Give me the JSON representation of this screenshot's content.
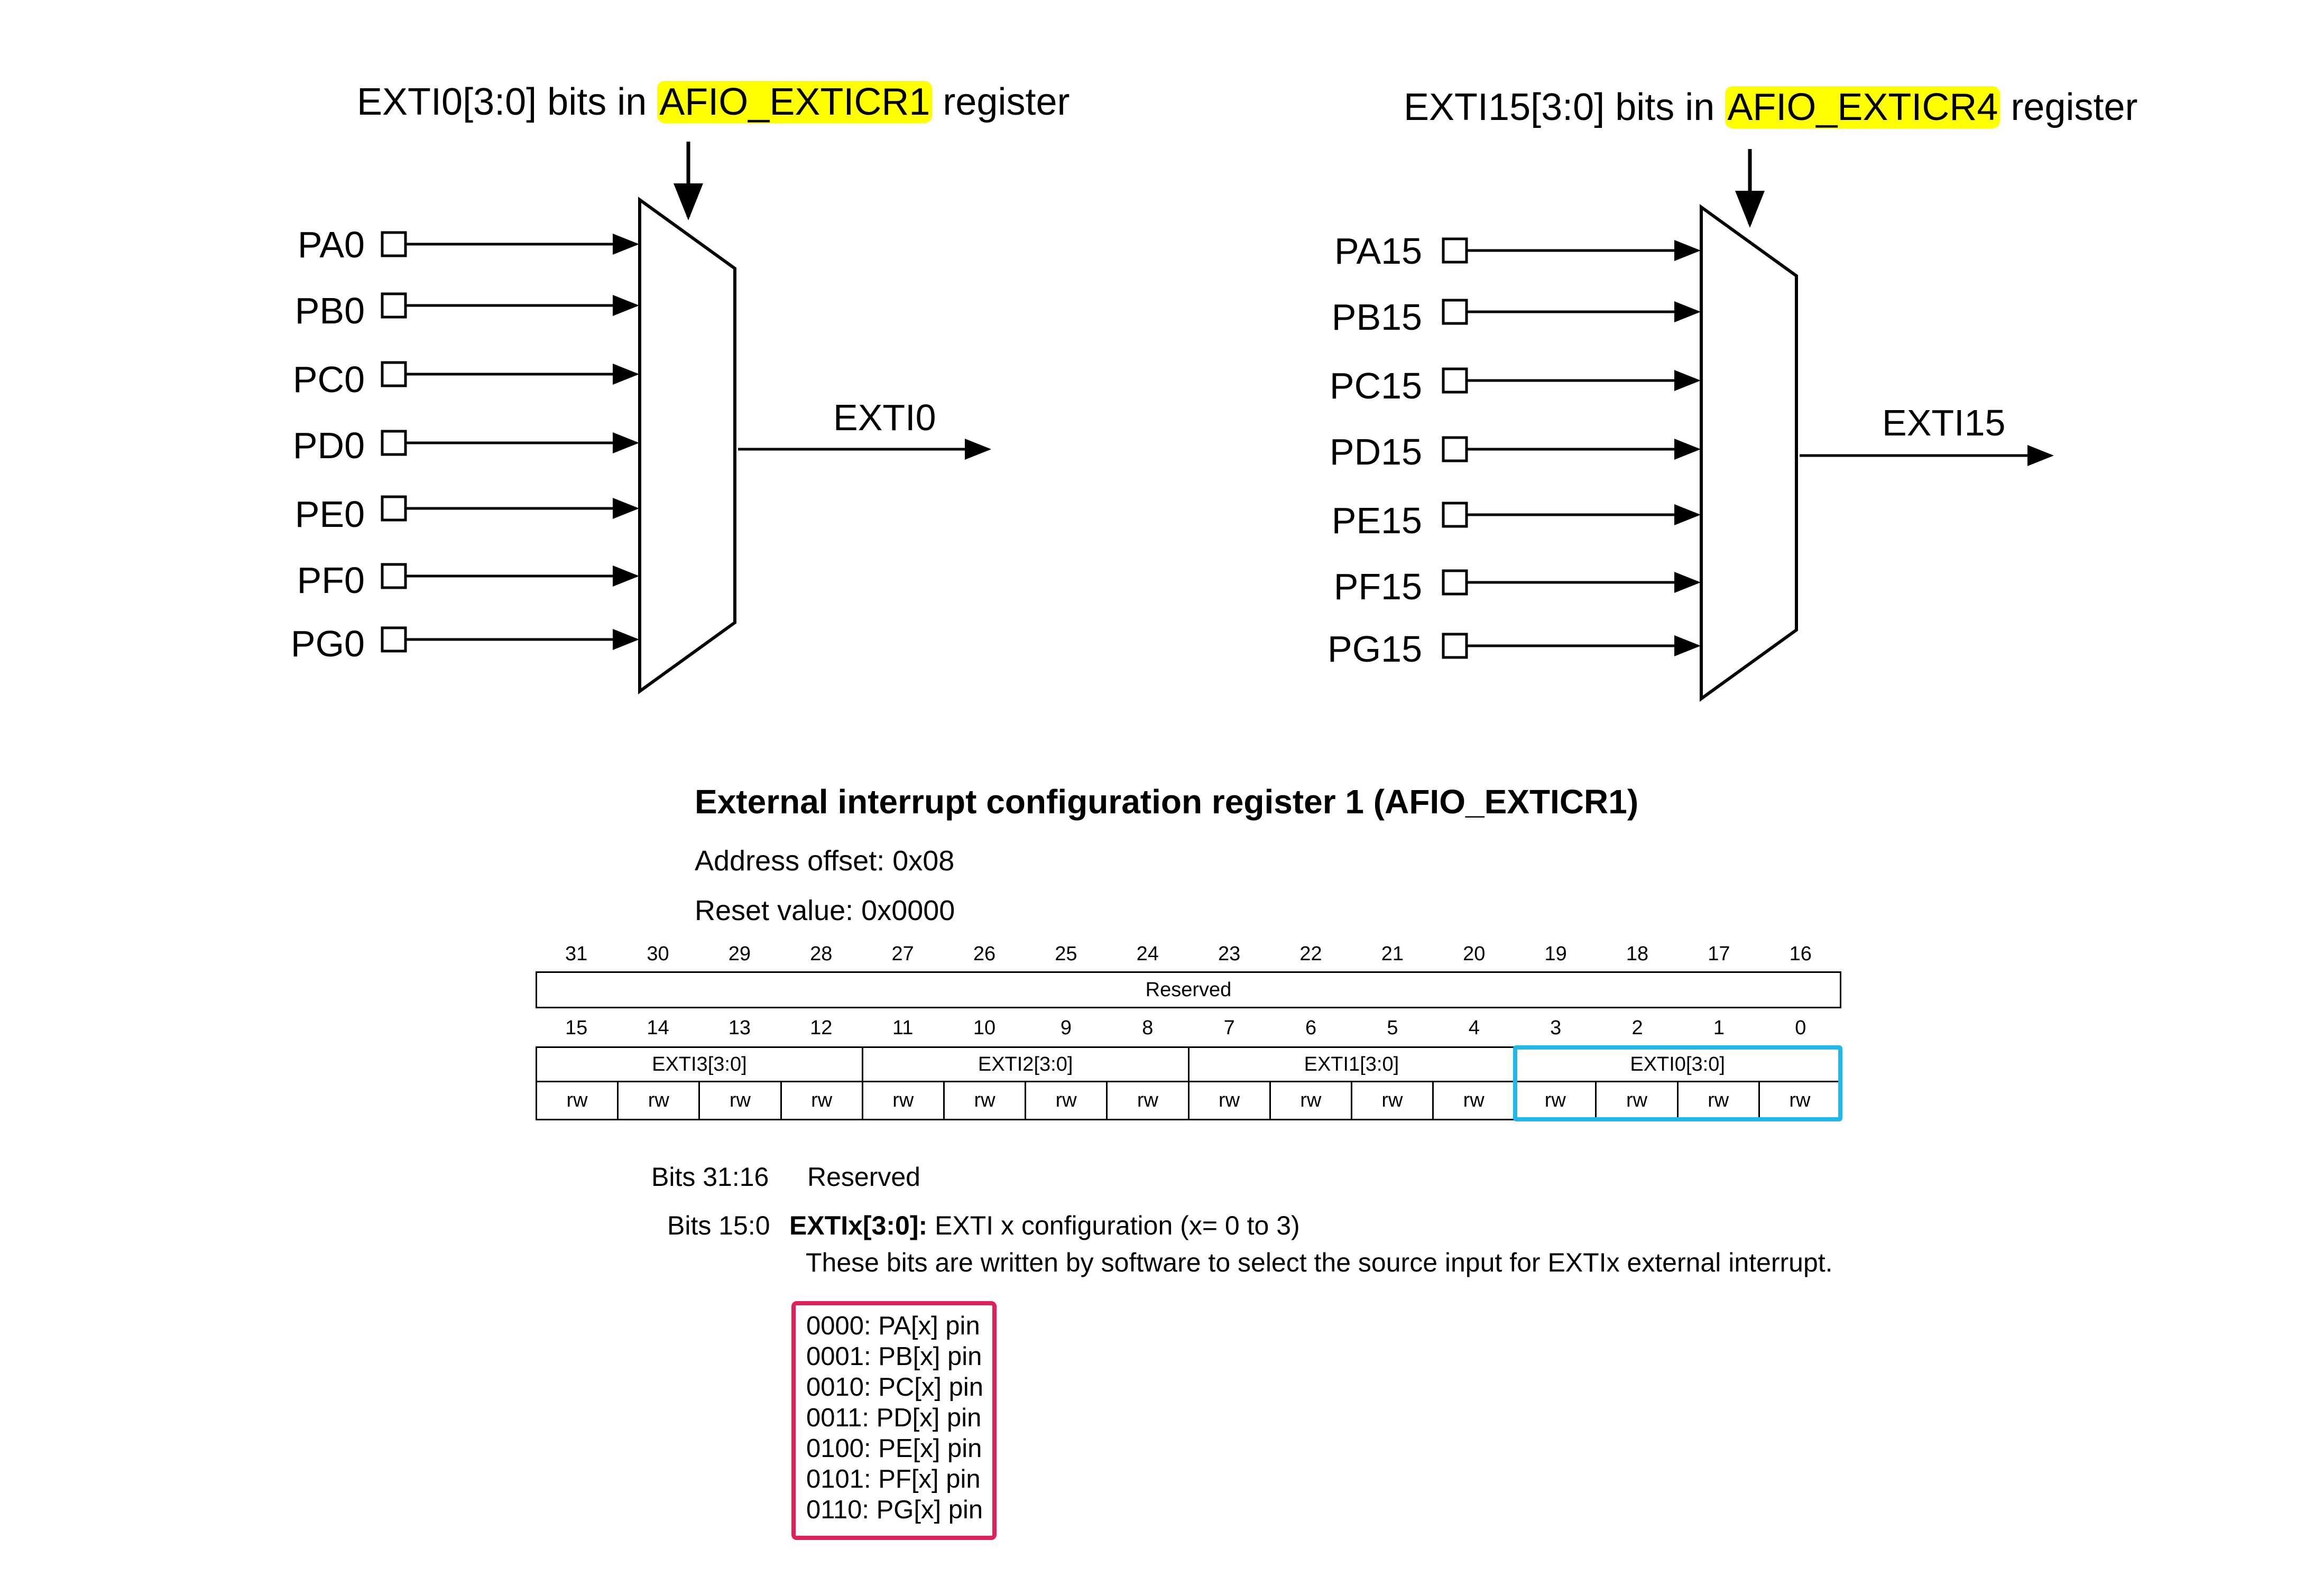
{
  "mux_left": {
    "title_prefix": "EXTI0[3:0] bits in ",
    "title_register": "AFIO_EXTICR1",
    "title_suffix": " register",
    "inputs": [
      "PA0",
      "PB0",
      "PC0",
      "PD0",
      "PE0",
      "PF0",
      "PG0"
    ],
    "output": "EXTI0"
  },
  "mux_right": {
    "title_prefix": "EXTI15[3:0] bits in ",
    "title_register": "AFIO_EXTICR4",
    "title_suffix": " register",
    "inputs": [
      "PA15",
      "PB15",
      "PC15",
      "PD15",
      "PE15",
      "PF15",
      "PG15"
    ],
    "output": "EXTI15"
  },
  "register": {
    "title": "External interrupt configuration register 1 (AFIO_EXTICR1)",
    "address_offset": "Address offset: 0x08",
    "reset_value": "Reset value: 0x0000",
    "upper_bits": [
      "31",
      "30",
      "29",
      "28",
      "27",
      "26",
      "25",
      "24",
      "23",
      "22",
      "21",
      "20",
      "19",
      "18",
      "17",
      "16"
    ],
    "reserved_label": "Reserved",
    "lower_bits": [
      "15",
      "14",
      "13",
      "12",
      "11",
      "10",
      "9",
      "8",
      "7",
      "6",
      "5",
      "4",
      "3",
      "2",
      "1",
      "0"
    ],
    "fields": [
      "EXTI3[3:0]",
      "EXTI2[3:0]",
      "EXTI1[3:0]",
      "EXTI0[3:0]"
    ],
    "access": [
      "rw",
      "rw",
      "rw",
      "rw",
      "rw",
      "rw",
      "rw",
      "rw",
      "rw",
      "rw",
      "rw",
      "rw",
      "rw",
      "rw",
      "rw",
      "rw"
    ]
  },
  "description": {
    "bits_upper_label": "Bits 31:16",
    "bits_upper_text": "Reserved",
    "bits_lower_label": "Bits 15:0",
    "bits_lower_name": "EXTIx[3:0]:",
    "bits_lower_title": " EXTI x configuration (x= 0 to 3)",
    "bits_lower_text": "These bits are written by software to select the source input for EXTIx external interrupt.",
    "options": [
      "0000: PA[x] pin",
      "0001: PB[x] pin",
      "0010: PC[x] pin",
      "0011: PD[x] pin",
      "0100: PE[x] pin",
      "0101: PF[x] pin",
      "0110: PG[x] pin"
    ]
  },
  "colors": {
    "register_highlight": "#ffff00",
    "field_highlight": "#1fb8ea",
    "options_highlight": "#e0205a"
  }
}
